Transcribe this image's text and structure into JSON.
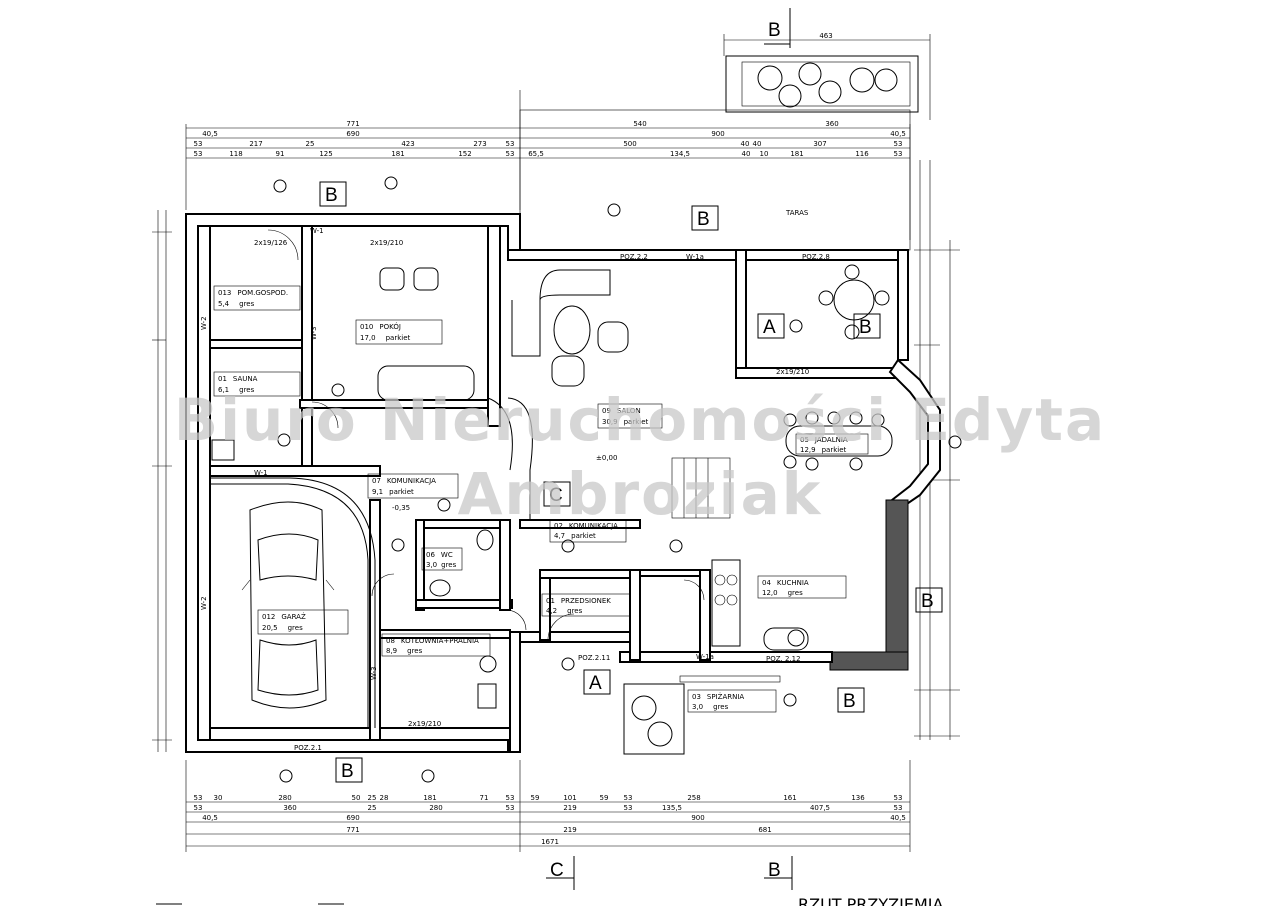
{
  "watermark": {
    "line1": "Biuro Nieruchomości Edyta",
    "line2": "Ambroziak"
  },
  "plan_title": "RZUT PRZYZIEMIA",
  "section_markers": {
    "top_b": "B",
    "bottom_c": "C",
    "bottom_b": "B",
    "a_marks": [
      "A",
      "A"
    ],
    "b_marks": [
      "B",
      "B",
      "B",
      "B",
      "B",
      "B"
    ],
    "c_mark": "C"
  },
  "rooms": [
    {
      "no": "013",
      "name": "POM.GOSPOD.",
      "area": "5,4",
      "floor": "gres"
    },
    {
      "no": "01",
      "name": "SAUNA",
      "area": "6,1",
      "floor": "gres"
    },
    {
      "no": "010",
      "name": "POKÓJ",
      "area": "17,0",
      "floor": "parkiet"
    },
    {
      "no": "09",
      "name": "SALON",
      "area": "30,9",
      "floor": "parkiet"
    },
    {
      "no": "05",
      "name": "JADALNIA",
      "area": "12,9",
      "floor": "parkiet"
    },
    {
      "no": "07",
      "name": "KOMUNIKACJA",
      "area": "9,1",
      "floor": "parkiet"
    },
    {
      "no": "02",
      "name": "KOMUNIKACJA",
      "area": "4,7",
      "floor": "parkiet"
    },
    {
      "no": "06",
      "name": "WC",
      "area": "3,0",
      "floor": "gres"
    },
    {
      "no": "012",
      "name": "GARAŻ",
      "area": "20,5",
      "floor": "gres"
    },
    {
      "no": "08",
      "name": "KOTŁOWNIA+PRALNIA",
      "area": "8,9",
      "floor": "gres"
    },
    {
      "no": "01",
      "name": "PRZEDSIONEK",
      "area": "4,2",
      "floor": "gres"
    },
    {
      "no": "04",
      "name": "KUCHNIA",
      "area": "12,0",
      "floor": "gres"
    },
    {
      "no": "03",
      "name": "SPIŻARNIA",
      "area": "3,0",
      "floor": "gres"
    }
  ],
  "labels": {
    "taras": "TARAS",
    "poz_22": "POZ.2.2",
    "poz_28": "POZ.2.8",
    "poz_21": "POZ.2.1",
    "poz_211": "POZ.2.11",
    "poz_212": "POZ. 2.12",
    "door_2x19_126": "2x19/126",
    "door_2x19_210_a": "2x19/210",
    "door_2x19_210_b": "2x19/210",
    "door_2x19_210_c": "2x19/210",
    "w1": "W-1",
    "w1a": "W-1a",
    "w2": "W-2",
    "w3": "W-3",
    "level": "±0,00",
    "level2": "-0,35"
  },
  "dims": {
    "top_row1": [
      "463"
    ],
    "top_row2": [
      "771",
      "540",
      "360"
    ],
    "top_row3": [
      "40,5",
      "690",
      "900",
      "40,5"
    ],
    "top_row4": [
      "53",
      "217",
      "25",
      "423",
      "273",
      "53",
      "500",
      "40",
      "40",
      "307",
      "53"
    ],
    "top_row5": [
      "53",
      "118",
      "91",
      "125",
      "181",
      "152",
      "53",
      "65,5",
      "134,5",
      "40",
      "10",
      "181",
      "116",
      "53"
    ],
    "bottom_row1": [
      "53",
      "30",
      "280",
      "50",
      "25",
      "28",
      "181",
      "71",
      "53",
      "59",
      "101",
      "59",
      "53",
      "258",
      "161",
      "136",
      "53"
    ],
    "bottom_row2": [
      "53",
      "360",
      "25",
      "280",
      "53",
      "219",
      "53",
      "135,5",
      "407,5",
      "53"
    ],
    "bottom_row3": [
      "40,5",
      "690",
      "900",
      "40,5"
    ],
    "bottom_row4": [
      "771",
      "219",
      "681"
    ],
    "bottom_row5": [
      "1671"
    ]
  }
}
